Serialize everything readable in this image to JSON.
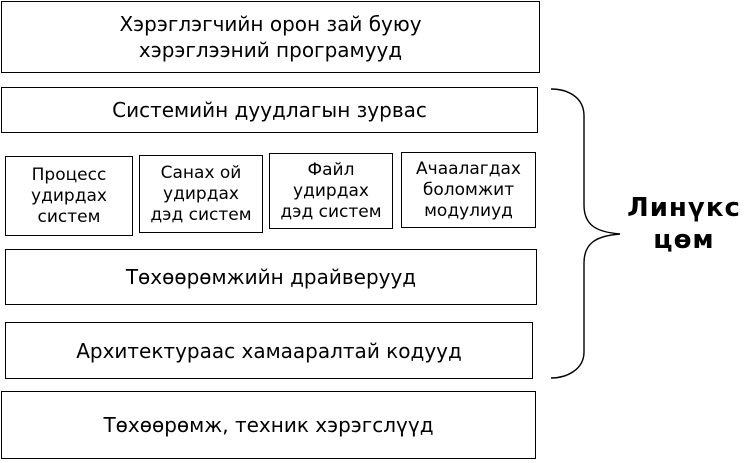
{
  "diagram": {
    "user_space": "Хэрэглэгчийн орон зай буюу\nхэрэглээний програмууд",
    "syscall_interface": "Системийн дуудлагын зурвас",
    "subsystems": [
      "Процесс\nудирдах\nсистем",
      "Санах ой\nудирдах\nдэд систем",
      "Файл\nудирдах\nдэд систем",
      "Ачаалагдах\nболомжит\nмодулиуд"
    ],
    "device_drivers": "Төхөөрөмжийн драйверууд",
    "arch_code": "Архитектураас хамааралтай кодууд",
    "hardware": "Төхөөрөмж, техник хэрэгслүүд",
    "kernel_label": "Линүкс\nцөм"
  }
}
